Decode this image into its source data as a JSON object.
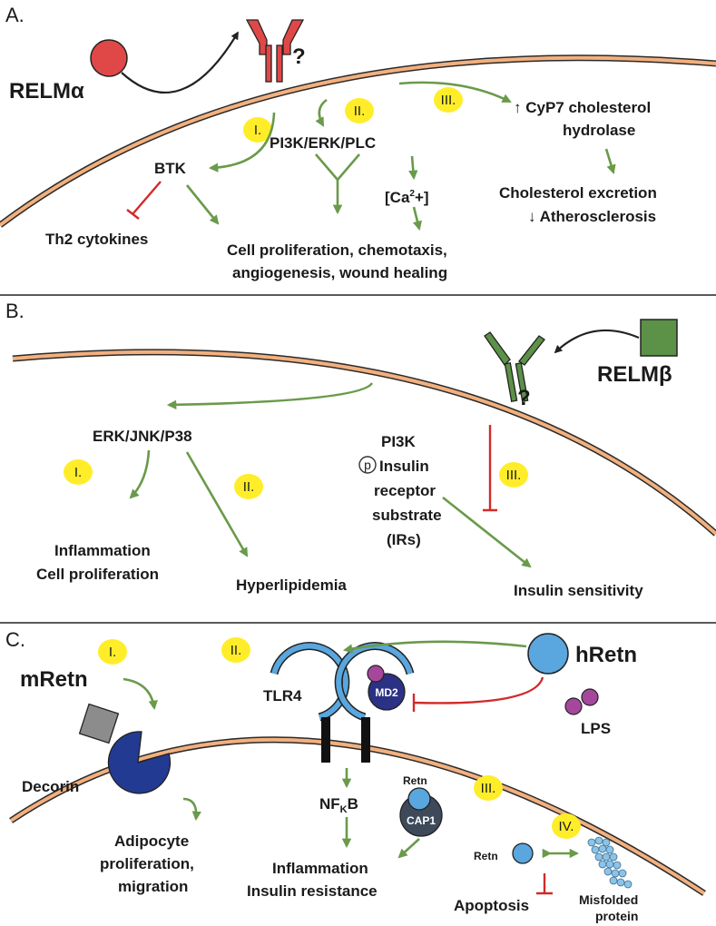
{
  "panel_a": {
    "letter": "A.",
    "ligand": "RELMα",
    "receptor_q": "?",
    "badges": [
      "I.",
      "II.",
      "III."
    ],
    "btk": "BTK",
    "pathway": "PI3K/ERK/PLC",
    "calcium_pre": "[Ca",
    "calcium_sup": "2",
    "calcium_post": "+]",
    "th2": "Th2 cytokines",
    "prolif_1": "Cell proliferation, chemotaxis,",
    "prolif_2": "angiogenesis, wound healing",
    "cyp_1": "↑ CyP7 cholesterol",
    "cyp_2": "hydrolase",
    "chol_1": "Cholesterol excretion",
    "chol_2": "↓ Atherosclerosis"
  },
  "panel_b": {
    "letter": "B.",
    "ligand": "RELMβ",
    "receptor_q": "?",
    "badges": [
      "I.",
      "II.",
      "III."
    ],
    "mapk": "ERK/JNK/P38",
    "pi3k": "PI3K",
    "p_symbol": "p",
    "insulin_receptor": "Insulin",
    "receptor": "receptor",
    "substrate": "substrate",
    "irs": "(IRs)",
    "inflam": "Inflammation",
    "cellprolif": "Cell proliferation",
    "hyperlip": "Hyperlipidemia",
    "insulin_sens": "Insulin sensitivity"
  },
  "panel_c": {
    "letter": "C.",
    "badges": [
      "I.",
      "II.",
      "III.",
      "IV."
    ],
    "mretn": "mRetn",
    "decorin": "Decorin",
    "adipo_1": "Adipocyte",
    "adipo_2": "proliferation,",
    "adipo_3": "migration",
    "tlr4": "TLR4",
    "md2": "MD2",
    "hretn": "hRetn",
    "lps": "LPS",
    "nfkb_pre": "NF",
    "nfkb_sub": "K",
    "nfkb_post": "B",
    "retn_cap": "Retn",
    "cap1": "CAP1",
    "inflam": "Inflammation",
    "insres": "Insulin resistance",
    "retn_iv": "Retn",
    "apoptosis": "Apoptosis",
    "misfolded_1": "Misfolded",
    "misfolded_2": "protein"
  },
  "colors": {
    "activation_arrow": "#6a9a4a",
    "inhibition": "#d22a2a",
    "membrane_inner": "#f2b07e",
    "relm_alpha": "#e04848",
    "relm_beta": "#5c9148",
    "tlr4": "#5aa6de",
    "md2": "#2b3185",
    "lps": "#a5479b",
    "badge": "#ffed29"
  }
}
